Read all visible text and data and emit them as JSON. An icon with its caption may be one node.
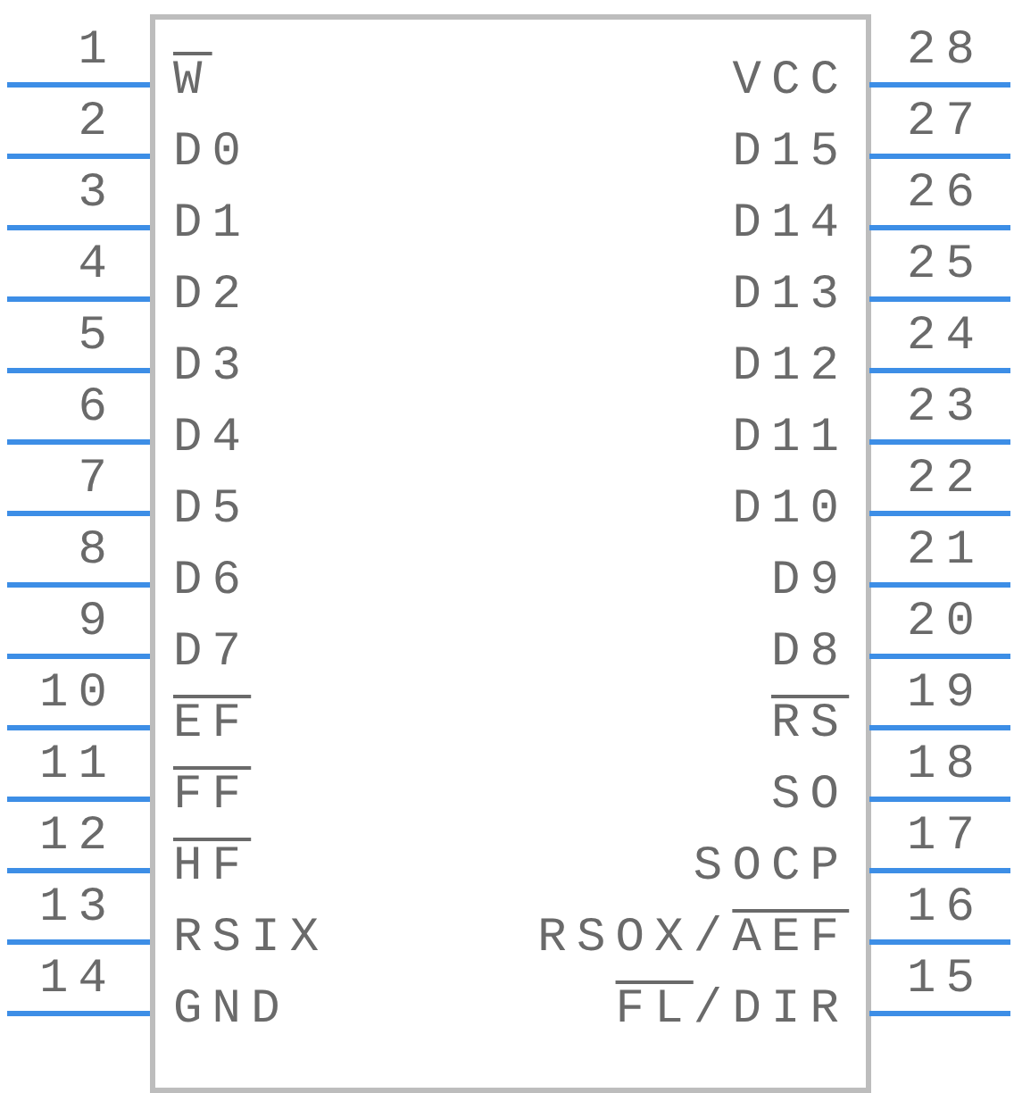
{
  "diagram": {
    "nodes": [
      {
        "text": [
          "W",
          "VCC",
          "D0",
          "D15",
          "D1",
          "D14",
          "D2",
          "D13",
          "D3",
          "D12",
          "D4",
          "D11",
          "D5",
          "D10",
          "D6",
          "D9",
          "D7",
          "D8",
          "EF",
          "RS",
          "FF",
          "SO",
          "HF",
          "SOCP",
          "RSIX",
          "RSOX/AEF",
          "GND",
          "FL/DIR"
        ]
      }
    ],
    "labels": [
      "1",
      "28",
      "2",
      "27",
      "3",
      "26",
      "4",
      "25",
      "5",
      "24",
      "6",
      "23",
      "7",
      "22",
      "8",
      "21",
      "9",
      "20",
      "10",
      "19",
      "11",
      "18",
      "12",
      "17",
      "13",
      "16",
      "14",
      "15"
    ]
  }
}
